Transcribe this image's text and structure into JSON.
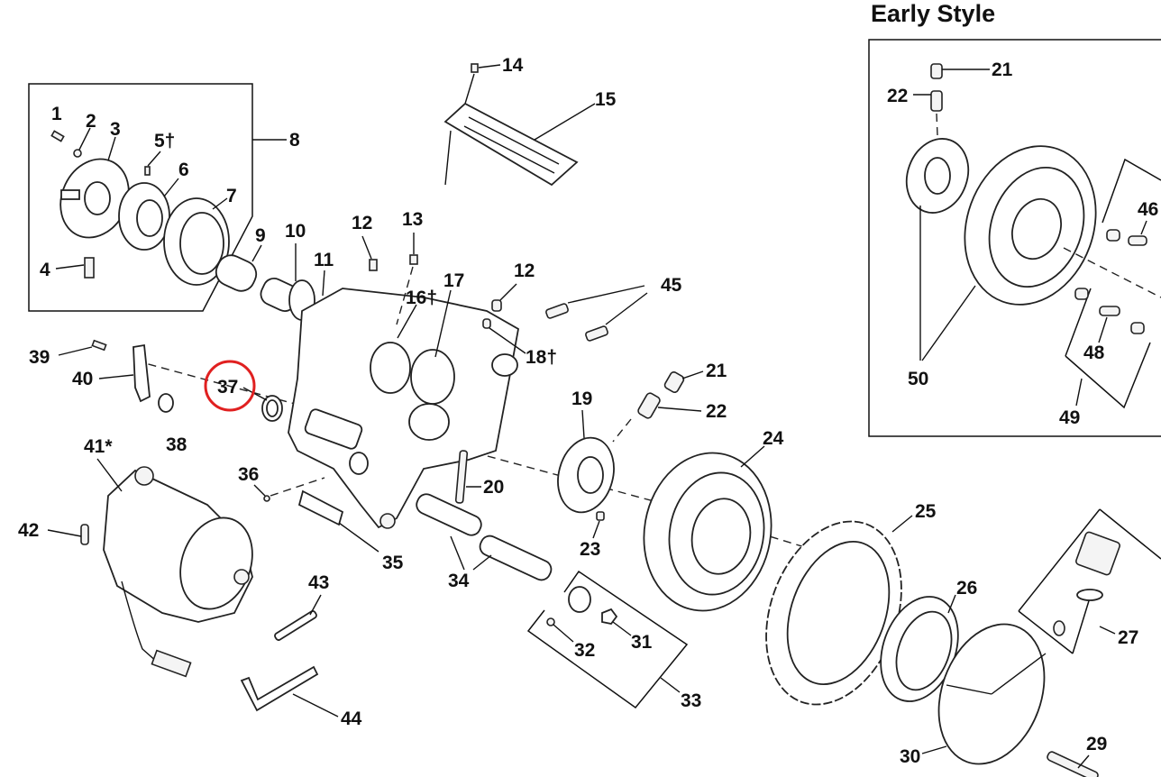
{
  "diagram": {
    "inset_title": "Early Style",
    "highlighted_callout": "37",
    "highlight_color": "#e02020",
    "callouts": {
      "c1": "1",
      "c2": "2",
      "c3": "3",
      "c4": "4",
      "c5": "5†",
      "c6": "6",
      "c7": "7",
      "c8": "8",
      "c9": "9",
      "c10": "10",
      "c11": "11",
      "c12a": "12",
      "c12b": "12",
      "c13": "13",
      "c14": "14",
      "c15": "15",
      "c16": "16†",
      "c17": "17",
      "c18": "18†",
      "c19": "19",
      "c20": "20",
      "c21": "21",
      "c22": "22",
      "c23": "23",
      "c24": "24",
      "c25": "25",
      "c26": "26",
      "c27": "27",
      "c29": "29",
      "c30": "30",
      "c31": "31",
      "c32": "32",
      "c33": "33",
      "c34": "34",
      "c35": "35",
      "c36": "36",
      "c37": "37",
      "c38": "38",
      "c39": "39",
      "c40": "40",
      "c41": "41*",
      "c42": "42",
      "c43": "43",
      "c44": "44",
      "c45": "45"
    },
    "inset_callouts": {
      "c21": "21",
      "c22": "22",
      "c46": "46",
      "c48": "48",
      "c49": "49",
      "c50": "50"
    }
  }
}
